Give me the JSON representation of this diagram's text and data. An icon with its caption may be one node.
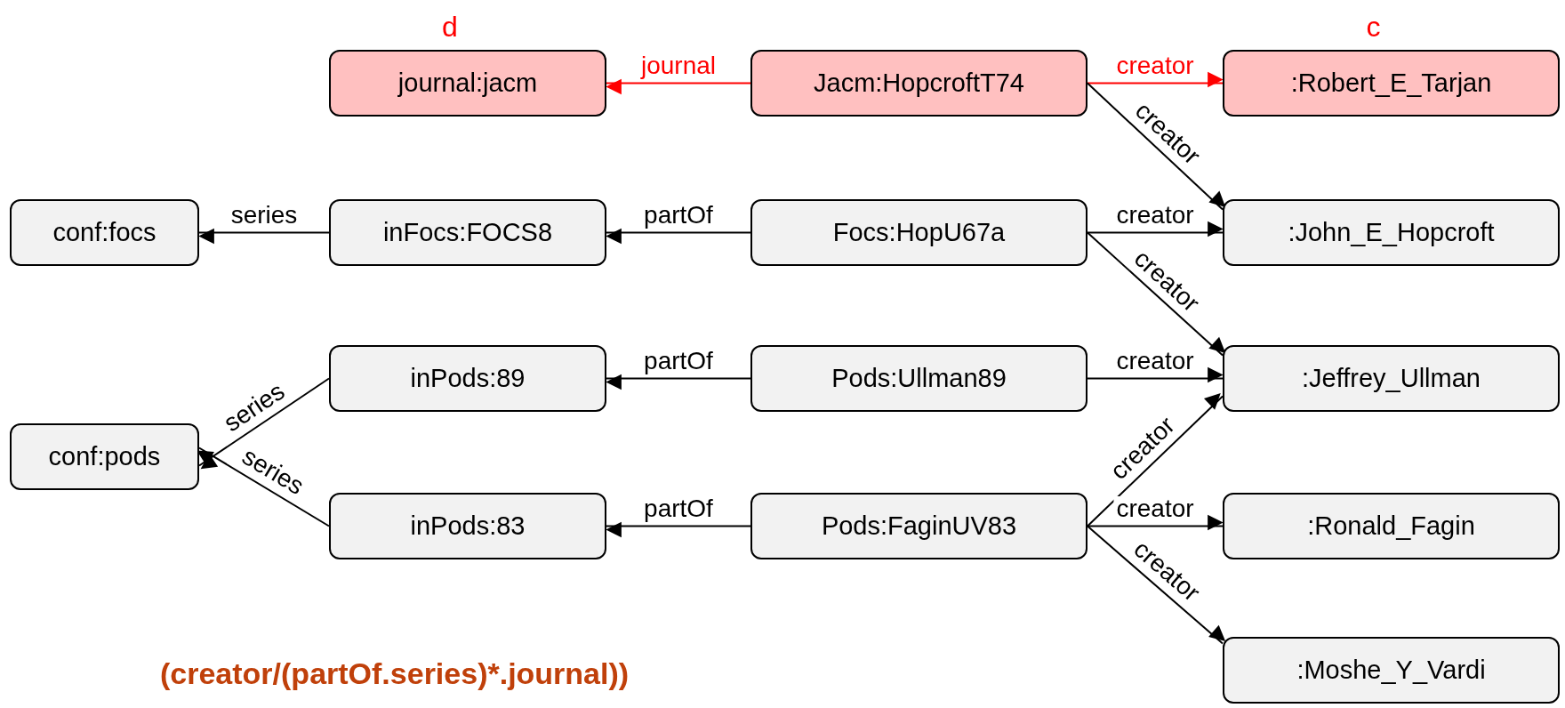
{
  "diagram": {
    "nodes": [
      {
        "text": [
          "journal:jacm"
        ],
        "beside": [
          "d"
        ]
      },
      {
        "text": [
          "Jacm:HopcroftT74"
        ]
      },
      {
        "text": [
          ":Robert_E_Tarjan"
        ],
        "beside": [
          "c"
        ]
      },
      {
        "text": [
          "conf:focs"
        ]
      },
      {
        "text": [
          "inFocs:FOCS8"
        ]
      },
      {
        "text": [
          "Focs:HopU67a"
        ]
      },
      {
        "text": [
          ":John_E_Hopcroft"
        ]
      },
      {
        "text": [
          "inPods:89"
        ]
      },
      {
        "text": [
          "Pods:Ullman89"
        ]
      },
      {
        "text": [
          ":Jeffrey_Ullman"
        ]
      },
      {
        "text": [
          "conf:pods"
        ]
      },
      {
        "text": [
          "inPods:83"
        ]
      },
      {
        "text": [
          "Pods:FaginUV83"
        ]
      },
      {
        "text": [
          ":Ronald_Fagin"
        ]
      },
      {
        "text": [
          ":Moshe_Y_Vardi"
        ]
      }
    ],
    "edges": [
      {
        "from": 1,
        "to": 0,
        "arrow": "to",
        "label": "journal",
        "color": "#ff0000"
      },
      {
        "from": 1,
        "to": 2,
        "arrow": "to",
        "label": "creator",
        "color": "#ff0000"
      },
      {
        "from": 1,
        "to": 6,
        "arrow": "to",
        "label": "creator"
      },
      {
        "from": 4,
        "to": 3,
        "arrow": "to",
        "label": "series"
      },
      {
        "from": 5,
        "to": 4,
        "arrow": "to",
        "label": "partOf"
      },
      {
        "from": 5,
        "to": 6,
        "arrow": "to",
        "label": "creator"
      },
      {
        "from": 5,
        "to": 9,
        "arrow": "to",
        "label": "creator"
      },
      {
        "from": 7,
        "to": 10,
        "arrow": "to",
        "label": "series"
      },
      {
        "from": 8,
        "to": 7,
        "arrow": "to",
        "label": "partOf"
      },
      {
        "from": 8,
        "to": 9,
        "arrow": "to",
        "label": "creator"
      },
      {
        "from": 11,
        "to": 10,
        "arrow": "to",
        "label": "series"
      },
      {
        "from": 12,
        "to": 11,
        "arrow": "to",
        "label": "partOf"
      },
      {
        "from": 12,
        "to": 9,
        "arrow": "to",
        "label": "creator"
      },
      {
        "from": 12,
        "to": 13,
        "arrow": "to",
        "label": "creator"
      },
      {
        "from": 12,
        "to": 14,
        "arrow": "to",
        "label": "creator"
      }
    ],
    "labels": [
      "(creator/(partOf.series)*.journal))"
    ]
  }
}
